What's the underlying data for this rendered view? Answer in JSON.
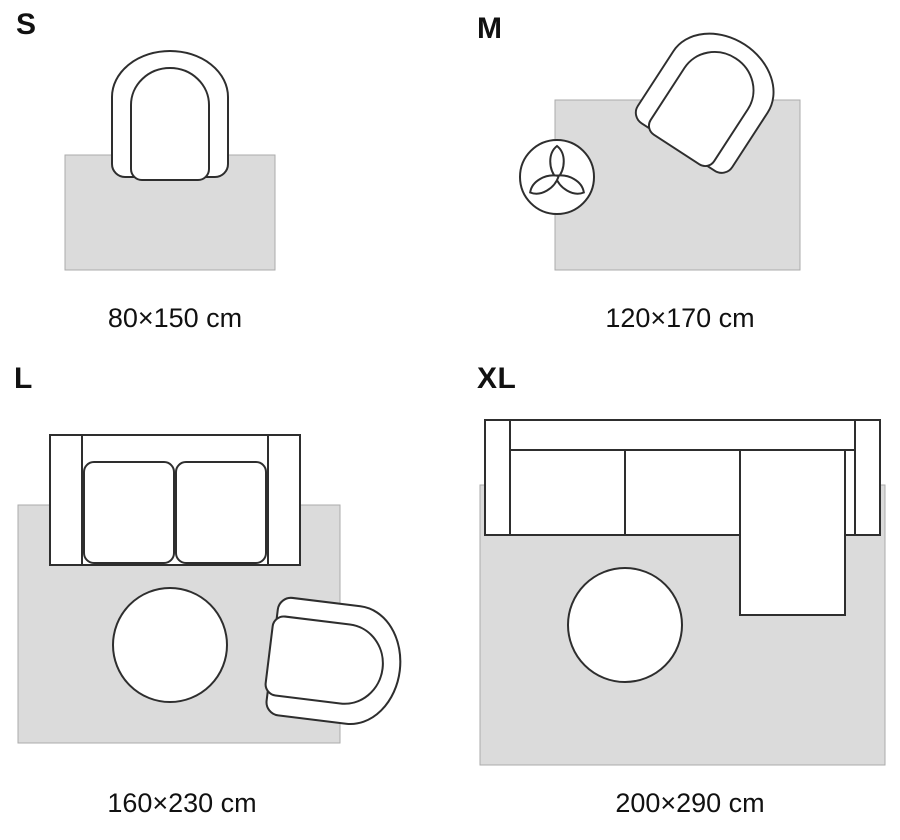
{
  "panels": {
    "s": {
      "label": "S",
      "size": "80×150 cm",
      "items": [
        "rug",
        "armchair"
      ]
    },
    "m": {
      "label": "M",
      "size": "120×170 cm",
      "items": [
        "rug",
        "armchair",
        "plant"
      ]
    },
    "l": {
      "label": "L",
      "size": "160×230 cm",
      "items": [
        "rug",
        "two-seat-sofa",
        "round-table",
        "armchair"
      ]
    },
    "xl": {
      "label": "XL",
      "size": "200×290 cm",
      "items": [
        "rug",
        "corner-sofa",
        "round-table"
      ]
    }
  },
  "colors": {
    "rug_fill": "#dbdbdb",
    "rug_stroke": "#ababab",
    "furniture_outline": "#2e2e2e",
    "furniture_fill": "#ffffff",
    "text": "#111111"
  }
}
